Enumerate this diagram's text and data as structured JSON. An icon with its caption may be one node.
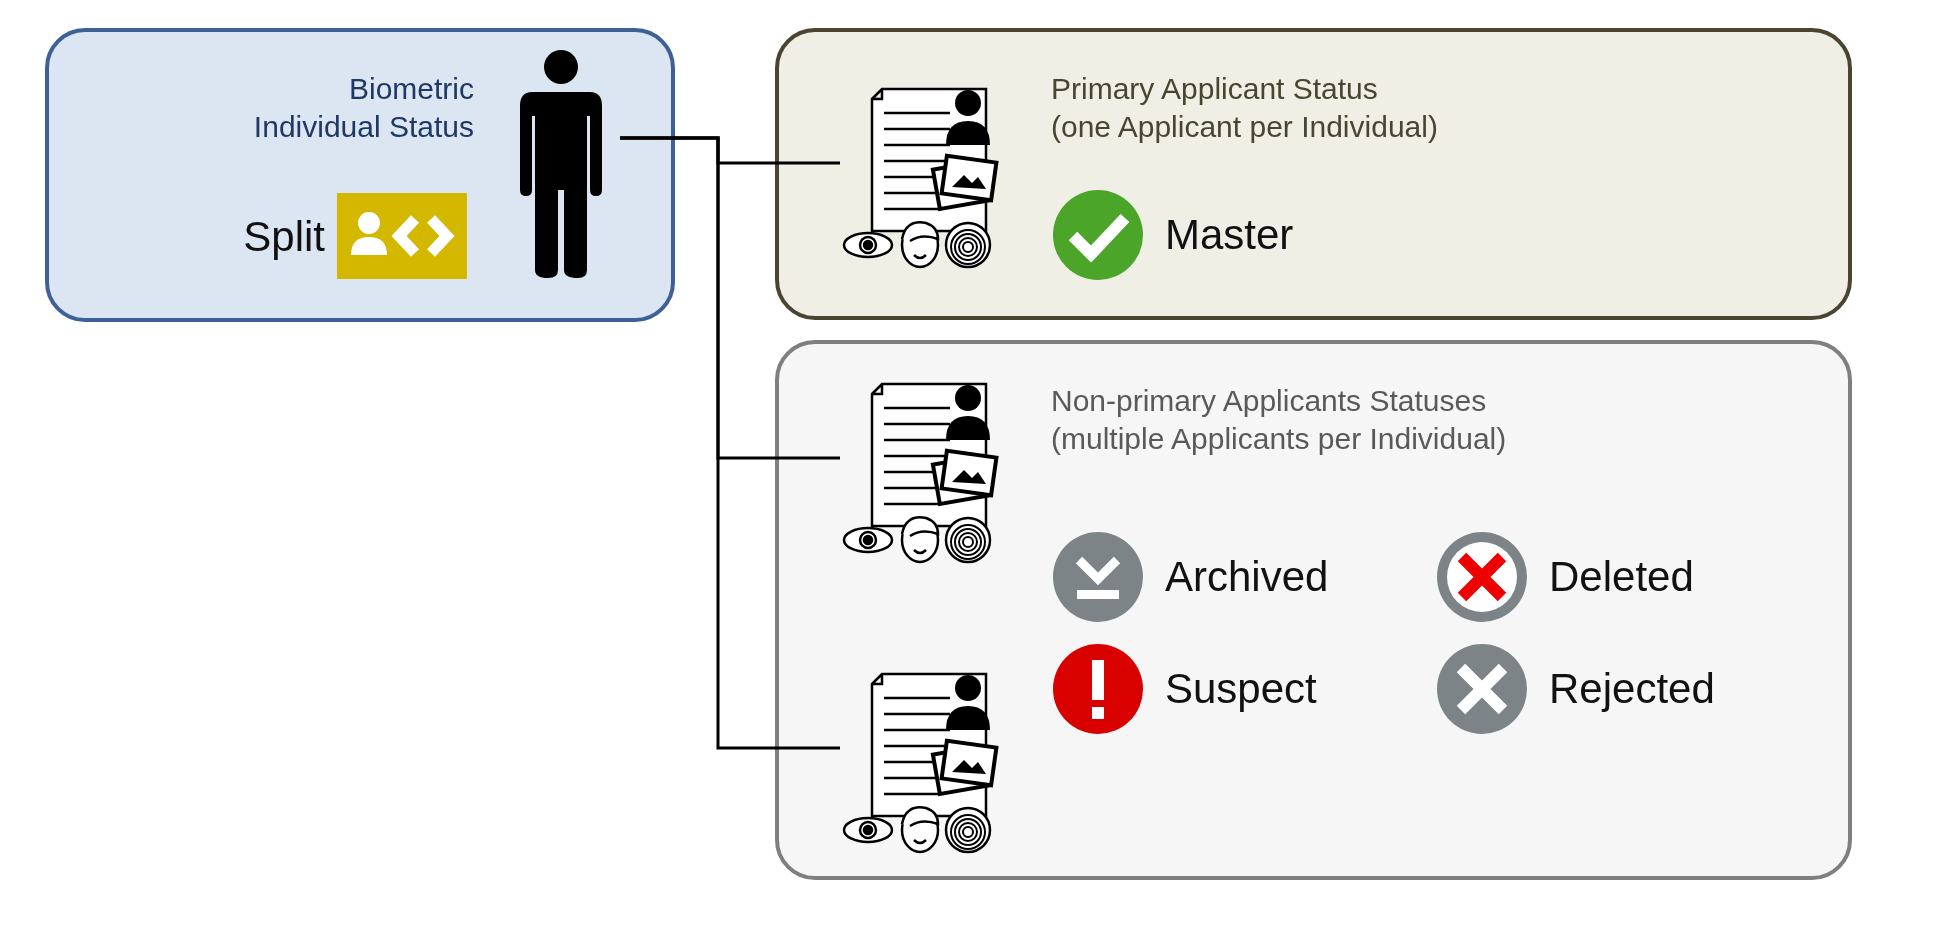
{
  "diagram": {
    "nodes": [
      {
        "text": [
          "Biometric Individual Status",
          "Split"
        ]
      },
      {
        "text": [],
        "shape": "person",
        "in": 0
      },
      {
        "text": [
          "Primary Applicant Status (one Applicant per Individual)",
          "Master"
        ]
      },
      {
        "text": [],
        "shape": "picture",
        "in": 2
      },
      {
        "text": [
          "Non-primary Applicants Statuses (multiple Applicants per Individual)",
          "Archived",
          "Deleted",
          "Suspect",
          "Rejected"
        ]
      },
      {
        "text": [],
        "shape": "picture",
        "in": 4
      },
      {
        "text": [],
        "shape": "picture",
        "in": 4
      }
    ],
    "edges": [
      {
        "from": 1,
        "to": 3,
        "arrow": "none"
      },
      {
        "from": 1,
        "to": 5,
        "arrow": "none"
      },
      {
        "from": 1,
        "to": 6,
        "arrow": "none"
      }
    ]
  }
}
